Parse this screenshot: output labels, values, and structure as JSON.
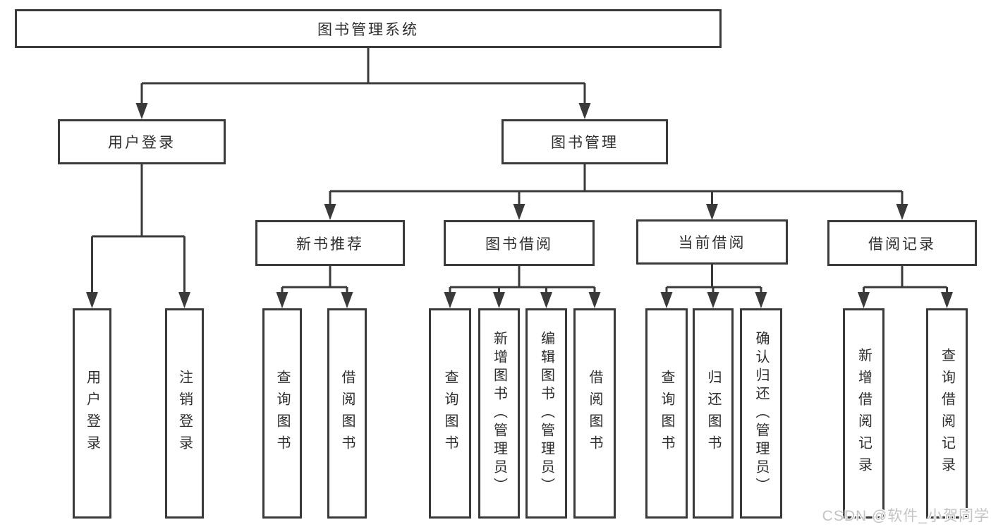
{
  "colors": {
    "line": "#3a3a3a",
    "box_border": "#3a3a3a",
    "text": "#2e2e2e",
    "background": "#ffffff",
    "watermark": "#c3c3c3"
  },
  "watermark": {
    "text": "CSDN @软件_小贺同学"
  },
  "tree": {
    "label": "图书管理系统",
    "children": [
      {
        "label": "用户登录",
        "children": [
          {
            "label": "用户登录"
          },
          {
            "label": "注销登录"
          }
        ]
      },
      {
        "label": "图书管理",
        "children": [
          {
            "label": "新书推荐",
            "children": [
              {
                "label": "查询图书"
              },
              {
                "label": "借阅图书"
              }
            ]
          },
          {
            "label": "图书借阅",
            "children": [
              {
                "label": "查询图书"
              },
              {
                "label": "新增图书（管理员）"
              },
              {
                "label": "编辑图书（管理员）"
              },
              {
                "label": "借阅图书"
              }
            ]
          },
          {
            "label": "当前借阅",
            "children": [
              {
                "label": "查询图书"
              },
              {
                "label": "归还图书"
              },
              {
                "label": "确认归还（管理员）"
              }
            ]
          },
          {
            "label": "借阅记录",
            "children": [
              {
                "label": "新增借阅记录"
              },
              {
                "label": "查询借阅记录"
              }
            ]
          }
        ]
      }
    ]
  }
}
